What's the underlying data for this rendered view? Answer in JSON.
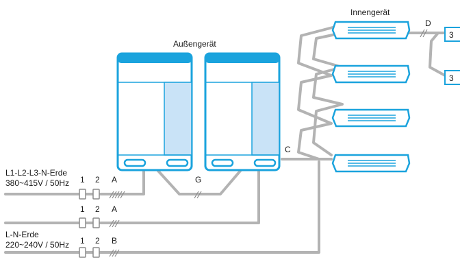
{
  "labels": {
    "outdoor_unit": "Außengerät",
    "indoor_unit": "Innengerät",
    "supply_3ph_line1": "L1-L2-L3-N-Erde",
    "supply_3ph_line2": "380~415V / 50Hz",
    "supply_1ph_line1": "L-N-Erde",
    "supply_1ph_line2": "220~240V / 50Hz"
  },
  "breaker_numbers": {
    "row1": [
      "1",
      "2"
    ],
    "row2": [
      "1",
      "2"
    ],
    "row3": [
      "1",
      "2"
    ]
  },
  "cable_letters": {
    "row1": "A",
    "row2": "A",
    "row3": "B",
    "outdoor_link": "G",
    "to_indoor": "C",
    "indoor_link": "D"
  },
  "remote_boxes": [
    "3",
    "3"
  ],
  "colors": {
    "unit_blue": "#1aa3dd",
    "panel_blue": "#c9e3f7",
    "wire_grey": "#b3b3b3"
  }
}
